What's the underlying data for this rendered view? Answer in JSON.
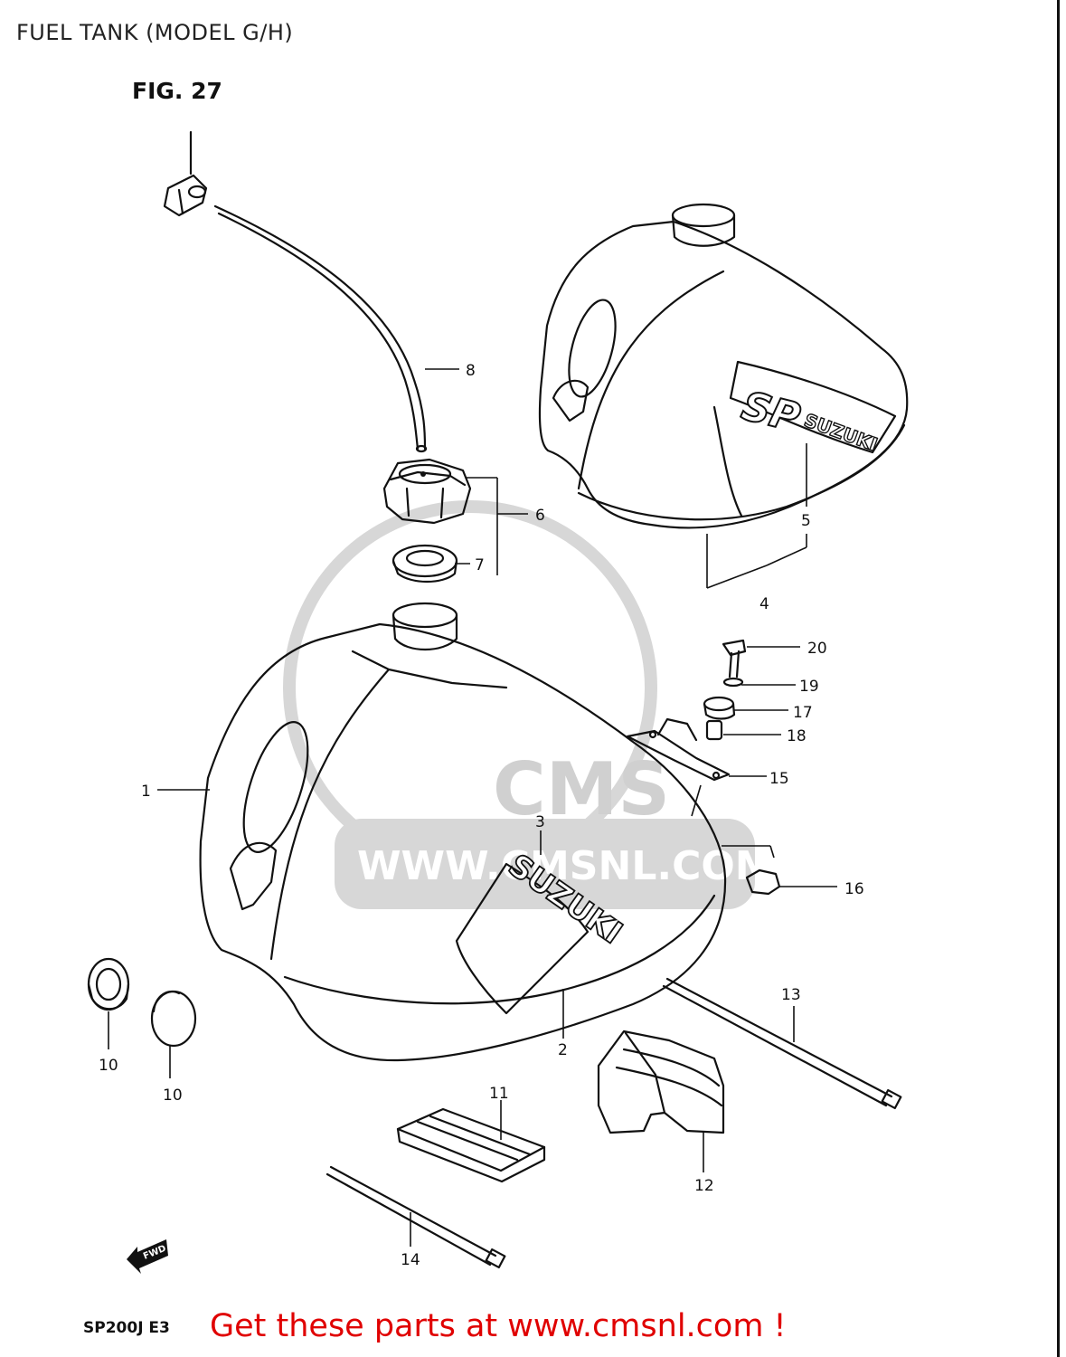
{
  "header": {
    "title": "FUEL TANK (MODEL G/H)"
  },
  "figure": {
    "label": "FIG. 27",
    "model_code": "SP200J E3"
  },
  "watermark": {
    "text": "WWW.CMSNL.COM",
    "brand": "CMS"
  },
  "promo": {
    "text": "Get these parts at www.cmsnl.com !",
    "color": "#e00000"
  },
  "direction_marker": {
    "text": "FWD"
  },
  "decals": {
    "upper_tank_logo": "SP",
    "upper_tank_brand": "SUZUKI",
    "lower_tank_brand": "SUZUKI"
  },
  "parts": [
    {
      "number": "1",
      "label": "1"
    },
    {
      "number": "2",
      "label": "2"
    },
    {
      "number": "3",
      "label": "3"
    },
    {
      "number": "4",
      "label": "4"
    },
    {
      "number": "5",
      "label": "5"
    },
    {
      "number": "6",
      "label": "6"
    },
    {
      "number": "7",
      "label": "7"
    },
    {
      "number": "8",
      "label": "8"
    },
    {
      "number": "10",
      "label": "10"
    },
    {
      "number": "10",
      "label": "10"
    },
    {
      "number": "11",
      "label": "11"
    },
    {
      "number": "12",
      "label": "12"
    },
    {
      "number": "13",
      "label": "13"
    },
    {
      "number": "14",
      "label": "14"
    },
    {
      "number": "15",
      "label": "15"
    },
    {
      "number": "16",
      "label": "16"
    },
    {
      "number": "17",
      "label": "17"
    },
    {
      "number": "18",
      "label": "18"
    },
    {
      "number": "19",
      "label": "19"
    },
    {
      "number": "20",
      "label": "20"
    }
  ]
}
